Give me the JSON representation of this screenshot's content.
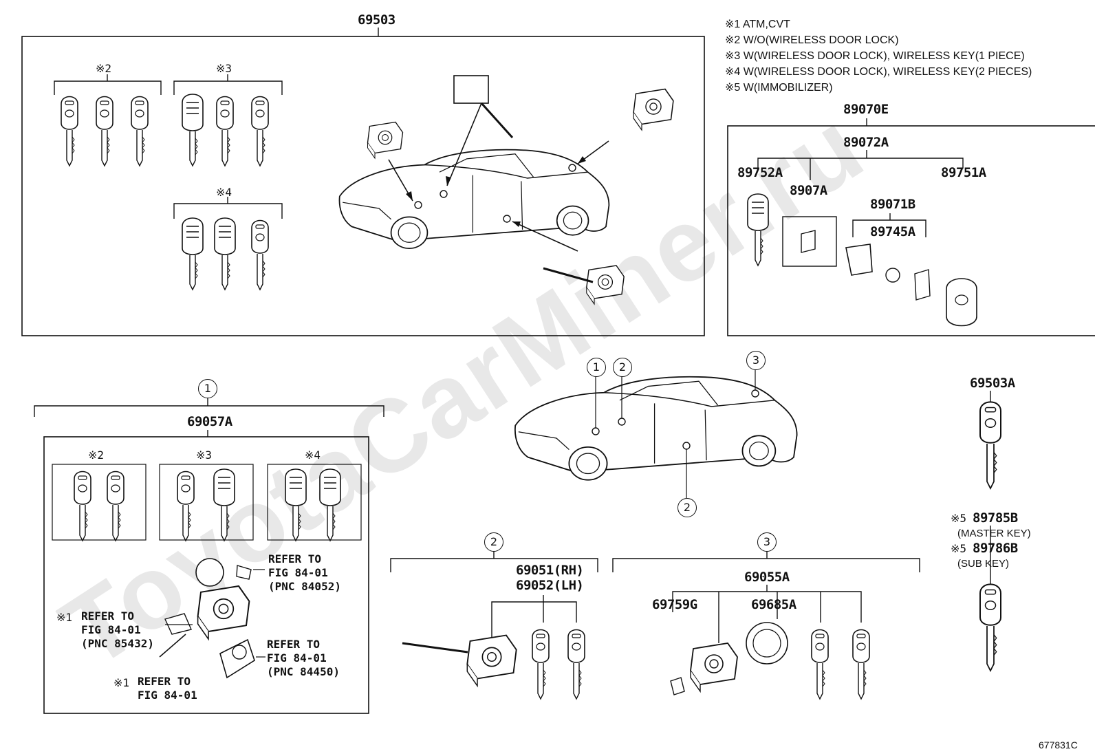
{
  "watermark": "ToyotaCarMiner.ru",
  "figure_id": "677831C",
  "legend": [
    "※1 ATM,CVT",
    "※2 W/O(WIRELESS DOOR LOCK)",
    "※3 W(WIRELESS DOOR LOCK), WIRELESS KEY(1 PIECE)",
    "※4 W(WIRELESS DOOR LOCK), WIRELESS KEY(2 PIECES)",
    "※5 W(IMMOBILIZER)"
  ],
  "top_set": {
    "part": "69503",
    "notes": [
      "※2",
      "※3",
      "※4"
    ]
  },
  "transponder": {
    "box": "89070E",
    "sub": "89072A",
    "left": "89752A",
    "mid": "8907A",
    "right": "89751A",
    "sub2": "89071B",
    "sub3": "89745A"
  },
  "section1": {
    "circle": "1",
    "part": "69057A",
    "notes": [
      "※2",
      "※3",
      "※4"
    ],
    "refs": {
      "r1": [
        "REFER TO",
        "FIG 84-01",
        "(PNC 84052)"
      ],
      "r2_mark": "※1",
      "r2": [
        "REFER TO",
        "FIG 84-01",
        "(PNC 85432)"
      ],
      "r3": [
        "REFER TO",
        "FIG 84-01",
        "(PNC 84450)"
      ],
      "r4_mark": "※1",
      "r4": [
        "REFER TO",
        "FIG 84-01"
      ]
    }
  },
  "car_callouts": [
    "1",
    "2",
    "3",
    "2"
  ],
  "section2": {
    "circle": "2",
    "part_rh": "69051(RH)",
    "part_lh": "69052(LH)"
  },
  "section3": {
    "circle": "3",
    "part": "69055A",
    "left": "69759G",
    "mid": "69685A"
  },
  "right_keys": {
    "key1": "69503A",
    "mark_master": "※5",
    "master": "89785B",
    "master_desc": "(MASTER KEY)",
    "mark_sub": "※5",
    "sub": "89786B",
    "sub_desc": "(SUB KEY)"
  }
}
